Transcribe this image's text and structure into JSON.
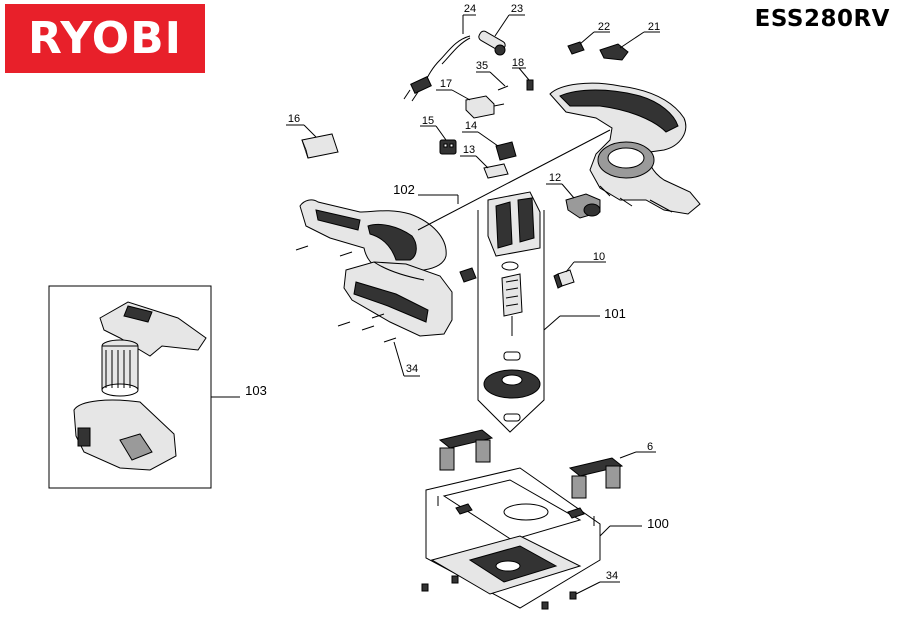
{
  "brand": "RYOBI",
  "model": "ESS280RV",
  "colors": {
    "brand_red": "#e8202a",
    "line": "#000000"
  },
  "labels": {
    "l24": "24",
    "l23": "23",
    "l22": "22",
    "l21": "21",
    "l35": "35",
    "l18": "18",
    "l17": "17",
    "l16": "16",
    "l15": "15",
    "l14": "14",
    "l13": "13",
    "l12": "12",
    "l102": "102",
    "l10": "10",
    "l101": "101",
    "l103": "103",
    "l34a": "34",
    "l6": "6",
    "l100": "100",
    "l34b": "34"
  }
}
